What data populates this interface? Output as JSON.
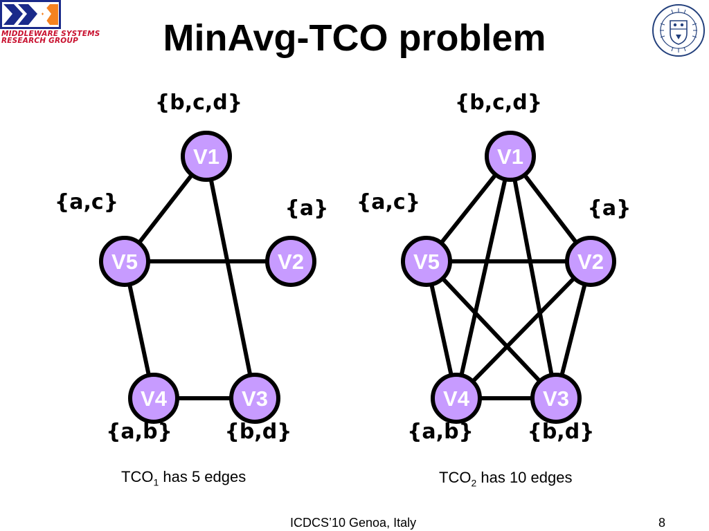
{
  "header": {
    "title": "MinAvg-TCO problem",
    "logo_line1": "MIDDLEWARE SYSTEMS",
    "logo_line2": "RESEARCH GROUP"
  },
  "colors": {
    "node_fill": "#c79bff",
    "edge": "#000000",
    "logo_red": "#c8102e",
    "seal_blue": "#23407c"
  },
  "diagrams": [
    {
      "id": "tco1",
      "nodes": [
        {
          "id": "V1",
          "label": "V1",
          "set": "{b,c,d}"
        },
        {
          "id": "V2",
          "label": "V2",
          "set": "{a}"
        },
        {
          "id": "V3",
          "label": "V3",
          "set": "{b,d}"
        },
        {
          "id": "V4",
          "label": "V4",
          "set": "{a,b}"
        },
        {
          "id": "V5",
          "label": "V5",
          "set": "{a,c}"
        }
      ],
      "edges": [
        [
          "V1",
          "V5"
        ],
        [
          "V1",
          "V3"
        ],
        [
          "V5",
          "V2"
        ],
        [
          "V5",
          "V4"
        ],
        [
          "V4",
          "V3"
        ]
      ],
      "caption": {
        "prefix": "TCO",
        "sub": "1",
        "suffix": " has 5 edges"
      }
    },
    {
      "id": "tco2",
      "nodes": [
        {
          "id": "V1",
          "label": "V1",
          "set": "{b,c,d}"
        },
        {
          "id": "V2",
          "label": "V2",
          "set": "{a}"
        },
        {
          "id": "V3",
          "label": "V3",
          "set": "{b,d}"
        },
        {
          "id": "V4",
          "label": "V4",
          "set": "{a,b}"
        },
        {
          "id": "V5",
          "label": "V5",
          "set": "{a,c}"
        }
      ],
      "edges": [
        [
          "V1",
          "V5"
        ],
        [
          "V1",
          "V2"
        ],
        [
          "V1",
          "V4"
        ],
        [
          "V1",
          "V3"
        ],
        [
          "V5",
          "V2"
        ],
        [
          "V5",
          "V4"
        ],
        [
          "V5",
          "V3"
        ],
        [
          "V2",
          "V4"
        ],
        [
          "V2",
          "V3"
        ],
        [
          "V4",
          "V3"
        ]
      ],
      "caption": {
        "prefix": "TCO",
        "sub": "2",
        "suffix": " has 10 edges"
      }
    }
  ],
  "footer": {
    "conference": "ICDCS’10 Genoa, Italy",
    "page": "8"
  }
}
